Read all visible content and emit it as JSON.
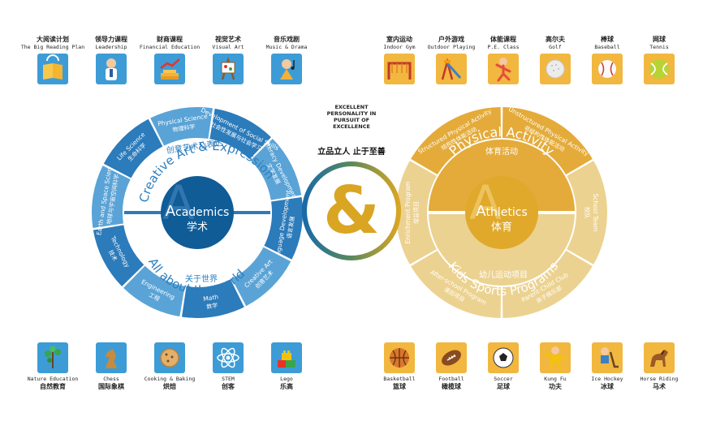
{
  "top_left": [
    {
      "cn": "大阅读计划",
      "en": "The Big Reading Plan",
      "icon": "book-icon"
    },
    {
      "cn": "领导力课程",
      "en": "Leadership",
      "icon": "leader-icon"
    },
    {
      "cn": "财商课程",
      "en": "Financial Education",
      "icon": "coins-chart-icon"
    },
    {
      "cn": "视觉艺术",
      "en": "Visual Art",
      "icon": "easel-icon"
    },
    {
      "cn": "音乐戏剧",
      "en": "Music & Drama",
      "icon": "music-drama-icon"
    }
  ],
  "top_right": [
    {
      "cn": "室内运动",
      "en": "Indoor Gym",
      "icon": "gym-bars-icon"
    },
    {
      "cn": "户外游戏",
      "en": "Outdoor Playing",
      "icon": "playground-icon"
    },
    {
      "cn": "体能课程",
      "en": "P.E. Class",
      "icon": "pe-kid-icon"
    },
    {
      "cn": "高尔夫",
      "en": "Golf",
      "icon": "golf-ball-icon"
    },
    {
      "cn": "棒球",
      "en": "Baseball",
      "icon": "baseball-icon"
    },
    {
      "cn": "网球",
      "en": "Tennis",
      "icon": "tennis-ball-icon"
    }
  ],
  "bottom_left": [
    {
      "cn": "自然教育",
      "en": "Nature Education",
      "icon": "plant-icon"
    },
    {
      "cn": "国际象棋",
      "en": "Chess",
      "icon": "chess-knight-icon"
    },
    {
      "cn": "烘焙",
      "en": "Cooking & Baking",
      "icon": "cookie-icon"
    },
    {
      "cn": "创客",
      "en": "STEM",
      "icon": "atom-icon"
    },
    {
      "cn": "乐高",
      "en": "Lego",
      "icon": "lego-icon"
    }
  ],
  "bottom_right": [
    {
      "cn": "篮球",
      "en": "Basketball",
      "icon": "basketball-icon"
    },
    {
      "cn": "橄榄球",
      "en": "Football",
      "icon": "football-icon"
    },
    {
      "cn": "足球",
      "en": "Soccer",
      "icon": "soccer-ball-icon"
    },
    {
      "cn": "功夫",
      "en": "Kung Fu",
      "icon": "kungfu-icon"
    },
    {
      "cn": "冰球",
      "en": "Ice Hockey",
      "icon": "hockey-icon"
    },
    {
      "cn": "马术",
      "en": "Horse Riding",
      "icon": "horse-icon"
    }
  ],
  "center": {
    "motto_en": [
      "EXCELLENT",
      "PERSONALITY IN",
      "PURSUIT OF",
      "EXCELLENCE"
    ],
    "motto_cn": "立品立人 止于至善",
    "symbol": "&"
  },
  "academics": {
    "hub_en_initial": "A",
    "hub_en_rest": "cademics",
    "hub_cn": "学术",
    "upper_en": "Creative Art & Expression",
    "upper_cn": "创意艺术及表达",
    "lower_en": "All about the world",
    "lower_cn": "关于世界",
    "segments": [
      {
        "en": "Literacy Development",
        "cn": "文学发展"
      },
      {
        "en": "Language Development",
        "cn": "语言发展"
      },
      {
        "en": "Creative Art",
        "cn": "创意艺术"
      },
      {
        "en": "Math",
        "cn": "数学"
      },
      {
        "en": "Engineering",
        "cn": "工程"
      },
      {
        "en": "Technology",
        "cn": "技术"
      },
      {
        "en": "Earth and Space Science",
        "cn": "地球与宇宙空间科学"
      },
      {
        "en": "Life Science",
        "cn": "生命科学"
      },
      {
        "en": "Physical Science",
        "cn": "物理科学"
      },
      {
        "en": "Development of Social Skills",
        "cn": "社会性发展与社会学习"
      }
    ]
  },
  "athletics": {
    "hub_en_initial": "A",
    "hub_en_rest": "thletics",
    "hub_cn": "体育",
    "upper_en": "Physical Activity",
    "upper_cn": "体育活动",
    "lower_en": "Kids Sports Programs",
    "lower_cn": "幼儿运动项目",
    "segments": [
      {
        "en": "Structured Physical Activity",
        "cn": "结构性体能活动"
      },
      {
        "en": "Unstructured Physical Activity",
        "cn": "非结构性体能活动"
      },
      {
        "en": "School Team",
        "cn": "校队"
      },
      {
        "en": "Parent-Child Club",
        "cn": "亲子俱乐部"
      },
      {
        "en": "After-school Program",
        "cn": "课后项目"
      },
      {
        "en": "Enrichment Program",
        "cn": "增益项目"
      }
    ]
  },
  "colors": {
    "blue_dark": "#0f5c97",
    "blue_mid": "#2c7bbb",
    "blue_light": "#5aa3d6",
    "gold_dark": "#cf9b2a",
    "gold_mid": "#e4ab3a",
    "gold_light": "#ecd290",
    "gold_hub": "#e0a92c"
  }
}
